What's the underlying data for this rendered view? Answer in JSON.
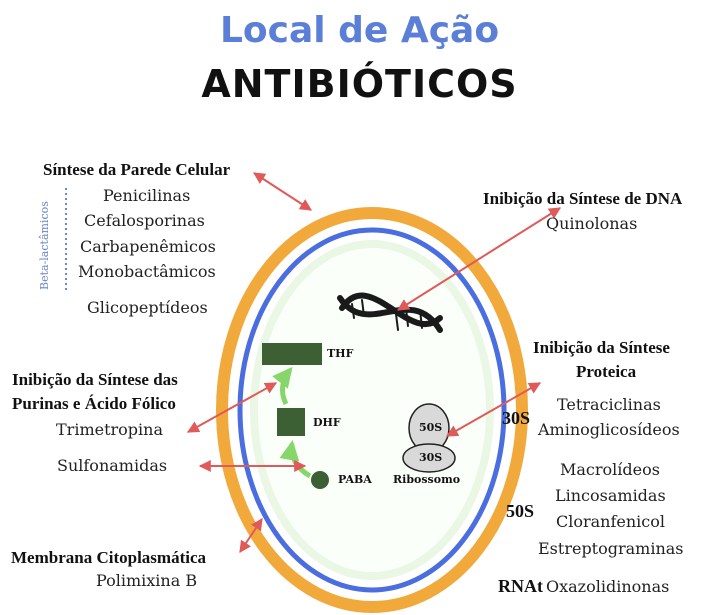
{
  "title": "Local de Ação",
  "subtitle": "ANTIBIÓTICOS",
  "cell_wall": {
    "heading": "Síntese da Parede Celular",
    "group_label": "Beta-lactâmicos",
    "items": [
      "Penicilinas",
      "Cefalosporinas",
      "Carbapenêmicos",
      "Monobactâmicos"
    ],
    "extra": "Glicopeptídeos"
  },
  "dna": {
    "heading": "Inibição da Síntese de DNA",
    "items": [
      "Quinolonas"
    ]
  },
  "folate": {
    "heading_line1": "Inibição da Síntese das",
    "heading_line2": "Purinas e Ácido Fólico",
    "items": [
      "Trimetropina",
      "Sulfonamidas"
    ],
    "labels": {
      "thf": "THF",
      "dhf": "DHF",
      "paba": "PABA"
    }
  },
  "protein": {
    "heading_line1": "Inibição da Síntese",
    "heading_line2": "Proteica",
    "s30_label": "30S",
    "s30_items": [
      "Tetraciclinas",
      "Aminoglicosídeos"
    ],
    "s50_label": "50S",
    "s50_items": [
      "Macrolídeos",
      "Lincosamidas",
      "Cloranfenicol",
      "Estreptograminas"
    ],
    "trna_label": "RNAt",
    "trna_items": [
      "Oxazolidinonas"
    ],
    "ribosome_label": "Ribossomo",
    "ribosome_large": "50S",
    "ribosome_small": "30S"
  },
  "membrane": {
    "heading": "Membrana Citoplasmática",
    "items": [
      "Polimixina B"
    ]
  },
  "colors": {
    "title_blue": "#5b7fd6",
    "outer_wall": "#f2a93b",
    "inner_membrane": "#4a6de0",
    "arrow": "#e05a5a",
    "folate_green": "#3d5f34",
    "arrow_green": "#86d66a"
  }
}
